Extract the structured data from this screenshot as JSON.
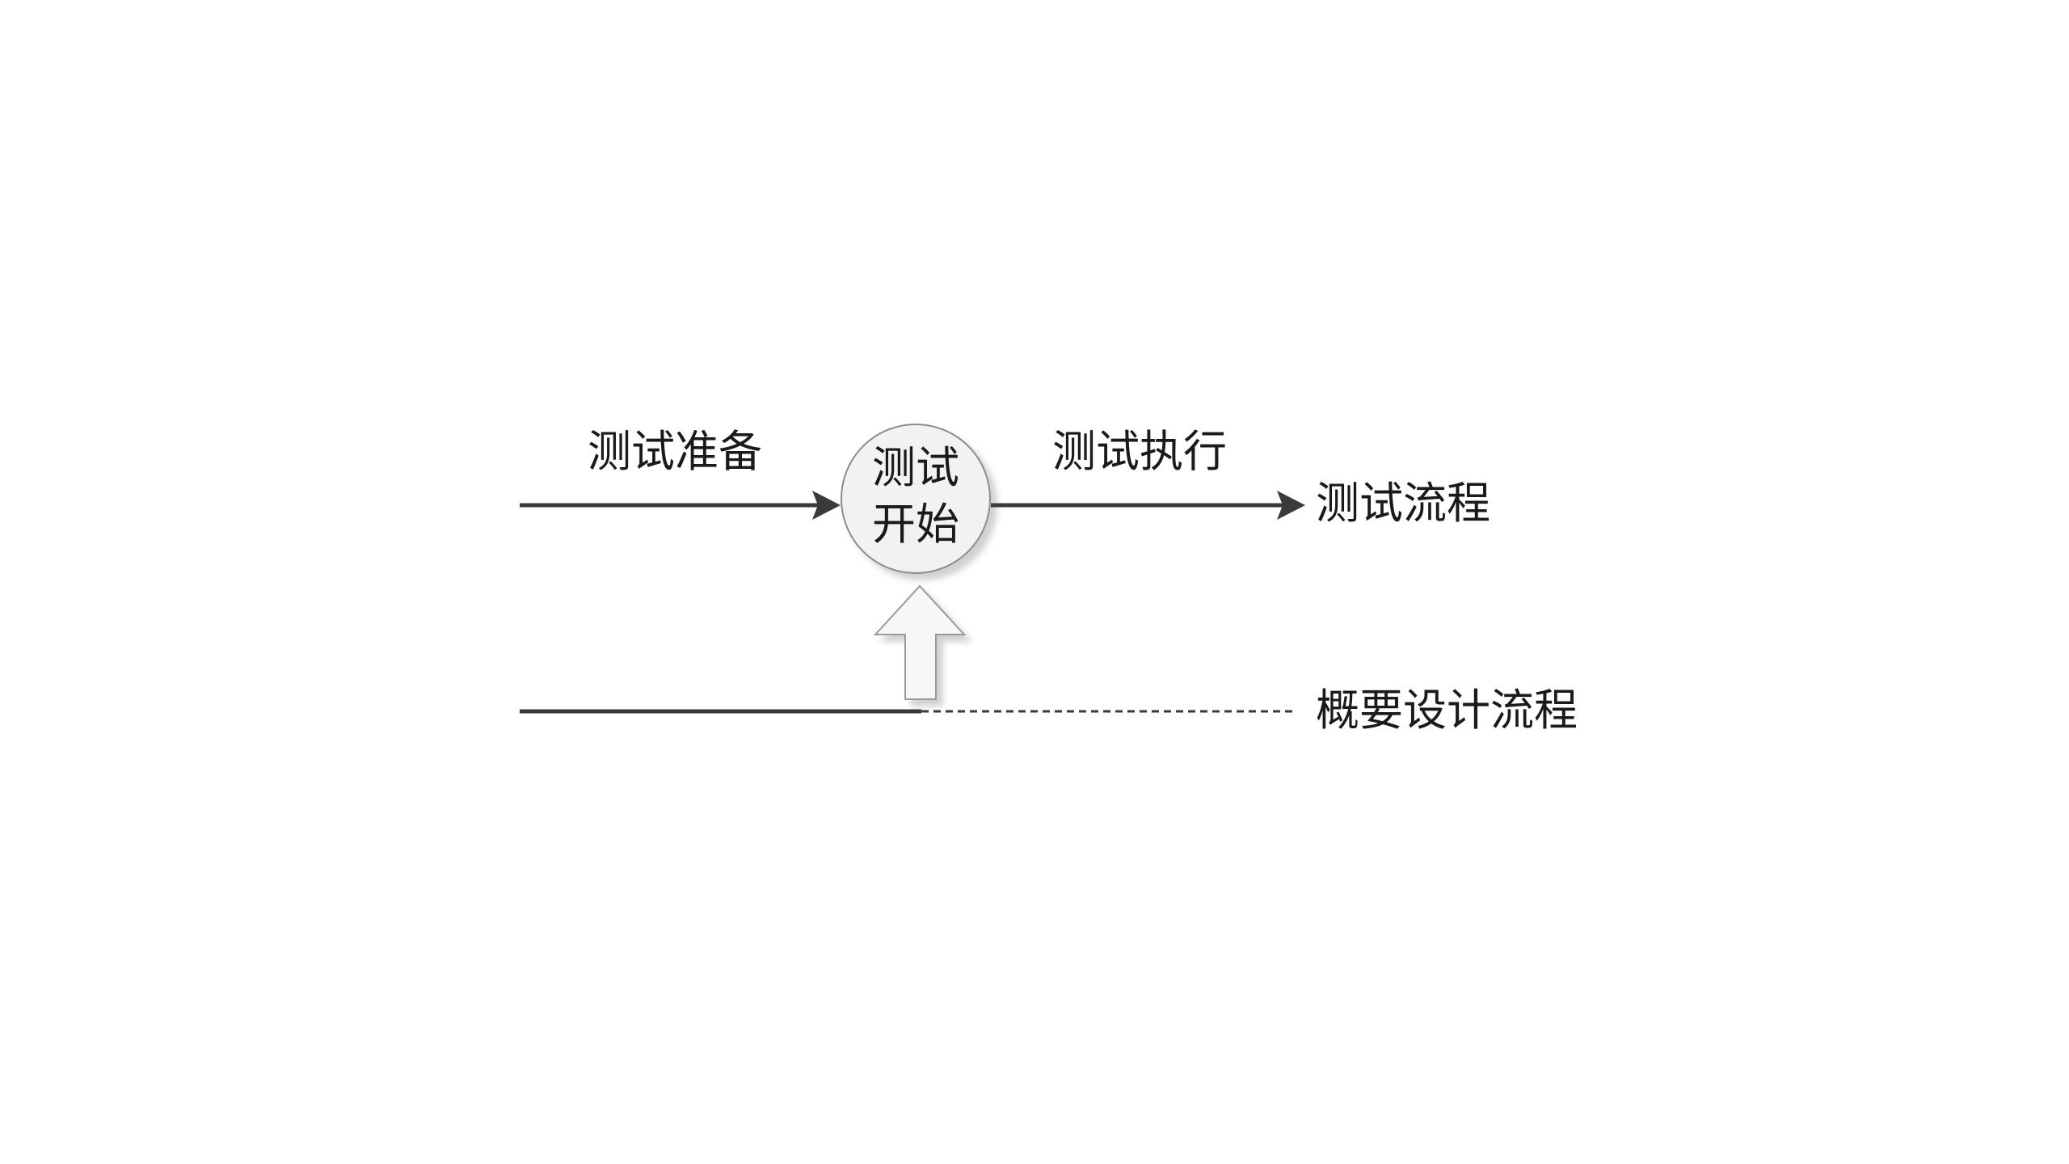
{
  "diagram": {
    "labels": {
      "prep": "测试准备",
      "exec": "测试执行",
      "test_flow": "测试流程",
      "design_flow": "概要设计流程"
    },
    "node": {
      "line1": "测试",
      "line2": "开始"
    }
  },
  "colors": {
    "line": "#3a3a3a",
    "node_fill": "#f2f2f2",
    "node_stroke": "#8c8c8c",
    "arrow_fill": "#f7f7f7",
    "arrow_stroke": "#9a9a9a",
    "text": "#1a1a1a"
  }
}
